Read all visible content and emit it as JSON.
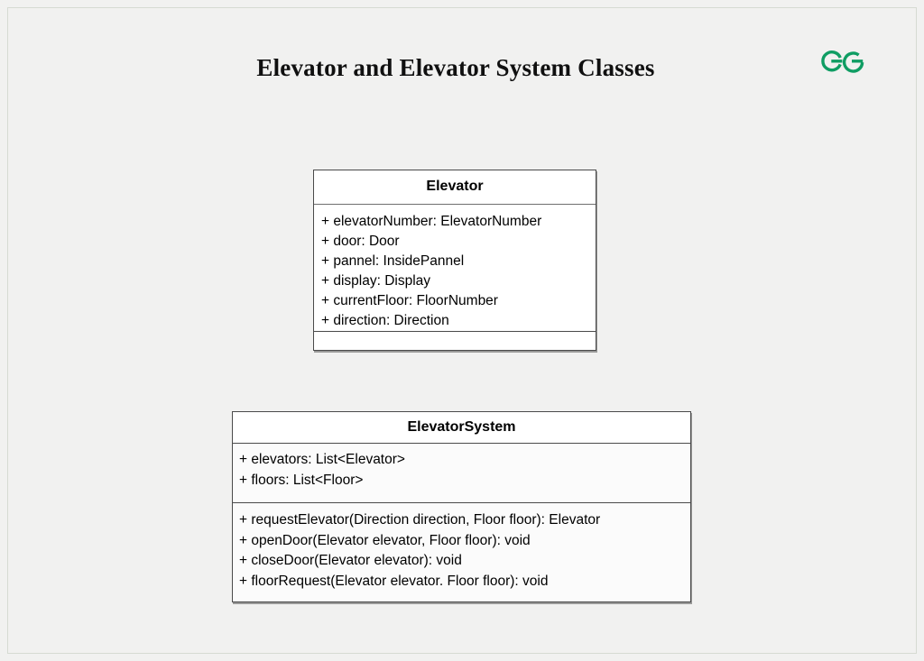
{
  "slide": {
    "title": "Elevator and Elevator System Classes",
    "background_color": "#f1f1f0",
    "border_color": "#d6dbd2"
  },
  "logo": {
    "name": "geeksforgeeks-logo",
    "color": "#0f9d63"
  },
  "diagram": {
    "type": "uml-class-diagram",
    "classes": [
      {
        "name": "Elevator",
        "attributes": [
          "+ elevatorNumber: ElevatorNumber",
          "+ door: Door",
          "+ pannel: InsidePannel",
          "+ display: Display",
          "+ currentFloor: FloorNumber",
          "+ direction: Direction"
        ],
        "methods": []
      },
      {
        "name": "ElevatorSystem",
        "attributes": [
          "+ elevators: List<Elevator>",
          "+ floors: List<Floor>"
        ],
        "methods": [
          "+ requestElevator(Direction direction, Floor floor): Elevator",
          "+ openDoor(Elevator elevator, Floor floor): void",
          "+ closeDoor(Elevator elevator): void",
          "+ floorRequest(Elevator elevator. Floor floor): void"
        ]
      }
    ]
  }
}
